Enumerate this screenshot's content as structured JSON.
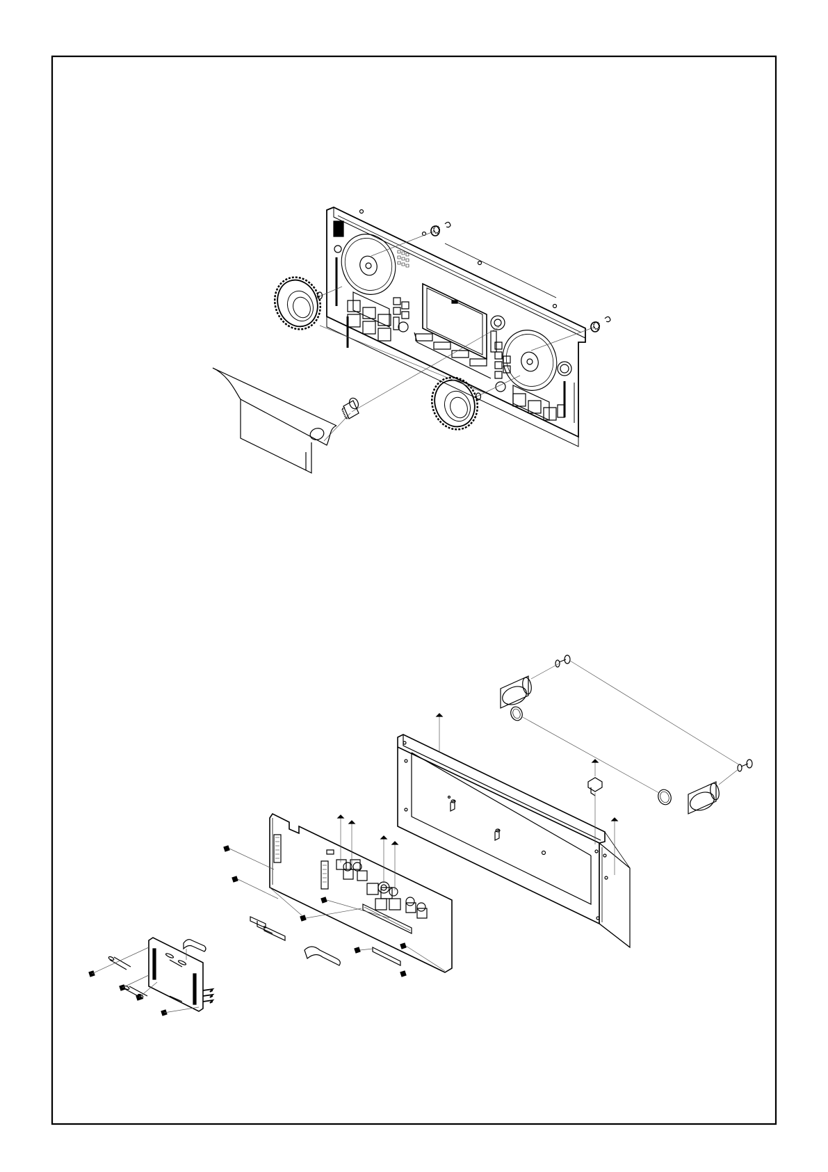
{
  "drawing": {
    "frame_color": "#000000",
    "line_color": "#000000",
    "leader_color": "#555555",
    "paper_color": "#ffffff"
  },
  "assemblies": [
    {
      "id": "front-panel-assembly"
    },
    {
      "id": "rear-chassis-assembly"
    },
    {
      "id": "main-pcb-assembly"
    },
    {
      "id": "small-pcb-assembly"
    }
  ],
  "footer": {
    "caption": ""
  }
}
